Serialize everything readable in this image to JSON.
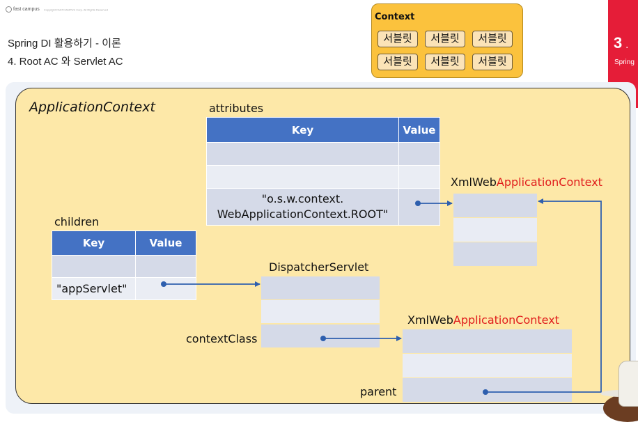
{
  "header": {
    "brand": "fast campus",
    "copyright": "Copyright FASTCAMPUS Corp. All Rights Reserved",
    "title": "Spring DI 활용하기 - 이론",
    "subtitle": "4. Root AC 와 Servlet AC"
  },
  "context_panel": {
    "label": "Context",
    "servlets": [
      "서블릿",
      "서블릿",
      "서블릿",
      "서블릿",
      "서블릿",
      "서블릿"
    ]
  },
  "side_band": {
    "number": "3",
    "dot": ".",
    "text": "Spring"
  },
  "diagram": {
    "container_label": "ApplicationContext",
    "attributes": {
      "label": "attributes",
      "headers": [
        "Key",
        "Value"
      ],
      "last_key_line1": "\"o.s.w.context.",
      "last_key_line2": "WebApplicationContext.ROOT\""
    },
    "children": {
      "label": "children",
      "headers": [
        "Key",
        "Value"
      ],
      "key": "\"appServlet\""
    },
    "root_context": {
      "prefix": "XmlWeb",
      "suffix": "ApplicationContext"
    },
    "dispatcher": {
      "label": "DispatcherServlet",
      "field": "contextClass"
    },
    "servlet_context": {
      "prefix": "XmlWeb",
      "suffix": "ApplicationContext",
      "field": "parent"
    }
  },
  "colors": {
    "header_blue": "#4472c4",
    "row_fill": "#d5dae8",
    "arrow": "#2e5fae",
    "context_orange": "#fbc23d",
    "ac_yellow": "#fde8a8",
    "accent_red": "#e01b1b",
    "band_red": "#e51d38"
  }
}
